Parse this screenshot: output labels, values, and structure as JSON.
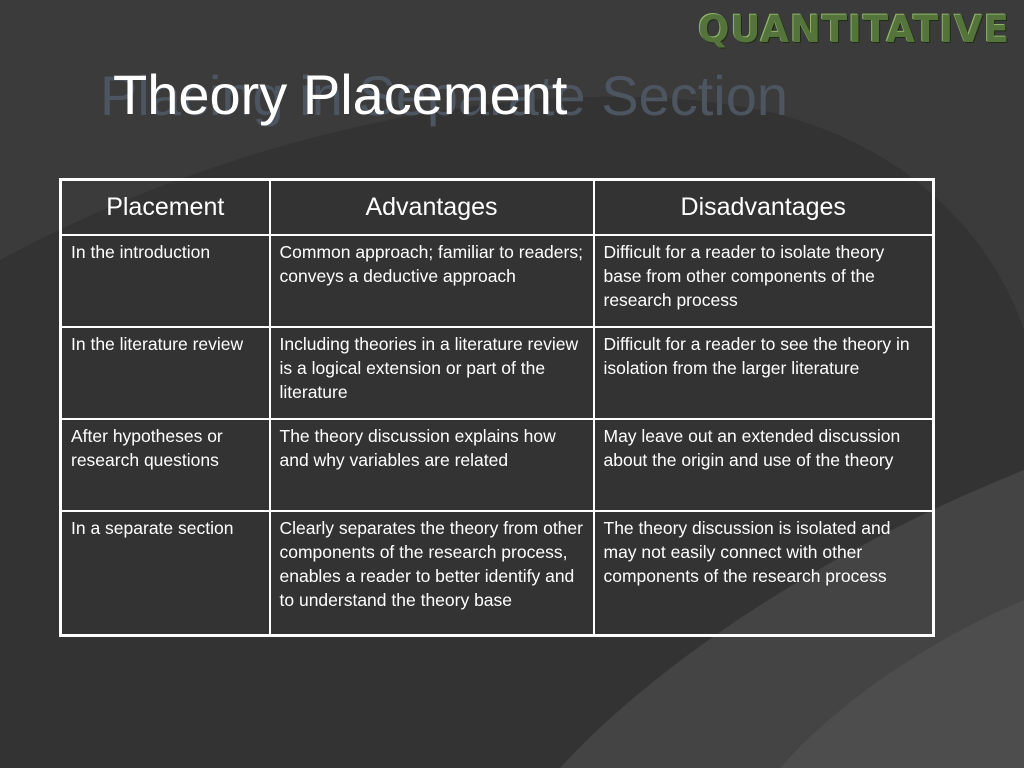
{
  "brand": "QUANTITATIVE",
  "ghost_title": "Placing in Separate Section",
  "title": "Theory Placement",
  "table": {
    "headers": [
      "Placement",
      "Advantages",
      "Disadvantages"
    ],
    "rows": [
      [
        "In the introduction",
        "Common approach; familiar to readers; conveys a deductive approach",
        "Difficult for a reader to isolate theory base from other components of the research process"
      ],
      [
        "In the literature review",
        "Including theories in a literature review is a logical extension or part of the literature",
        "Difficult for a reader to see the theory in isolation from the larger literature"
      ],
      [
        "After hypotheses or research questions",
        "The theory discussion explains how and why variables are related",
        "May leave out an extended discussion about the origin and use of the theory"
      ],
      [
        "In a separate section",
        "Clearly separates the theory from other components of the research process, enables a reader to better identify and to understand the theory base",
        "The theory discussion is isolated and may not easily connect with other components of the research process"
      ]
    ]
  }
}
